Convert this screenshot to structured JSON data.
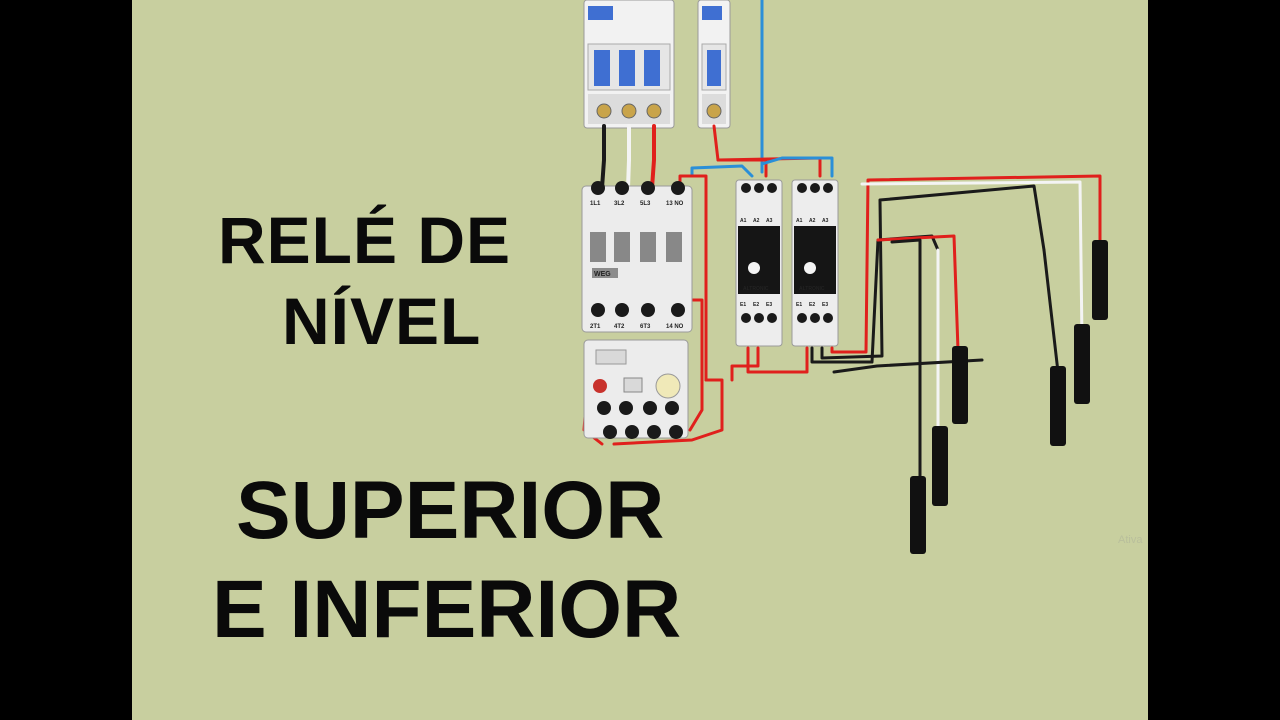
{
  "title": {
    "line1": "RELÉ DE",
    "line2": "NÍVEL",
    "line3": "SUPERIOR",
    "line4": "E INFERIOR"
  },
  "contactor": {
    "top_terminals": [
      "1L1",
      "3L2",
      "5L3",
      "13 NO"
    ],
    "bottom_terminals": [
      "2T1",
      "4T2",
      "6T3",
      "14 NO"
    ],
    "brand": "WEG"
  },
  "relays": [
    {
      "brand": "ALTRONIC",
      "top_terminals": [
        "A1",
        "A2",
        "A3"
      ],
      "bottom_terminals": [
        "E1",
        "E2",
        "E3"
      ]
    },
    {
      "brand": "ALTRONIC",
      "top_terminals": [
        "A1",
        "A2",
        "A3"
      ],
      "bottom_terminals": [
        "E1",
        "E2",
        "E3"
      ]
    }
  ],
  "watermark": "Ativa",
  "colors": {
    "background": "#c8cf9f",
    "wire_red": "#e0201c",
    "wire_black": "#1a1a1a",
    "wire_blue": "#2a8fd8",
    "wire_white": "#f4f4f4",
    "breaker_blue": "#3f6fd2"
  }
}
